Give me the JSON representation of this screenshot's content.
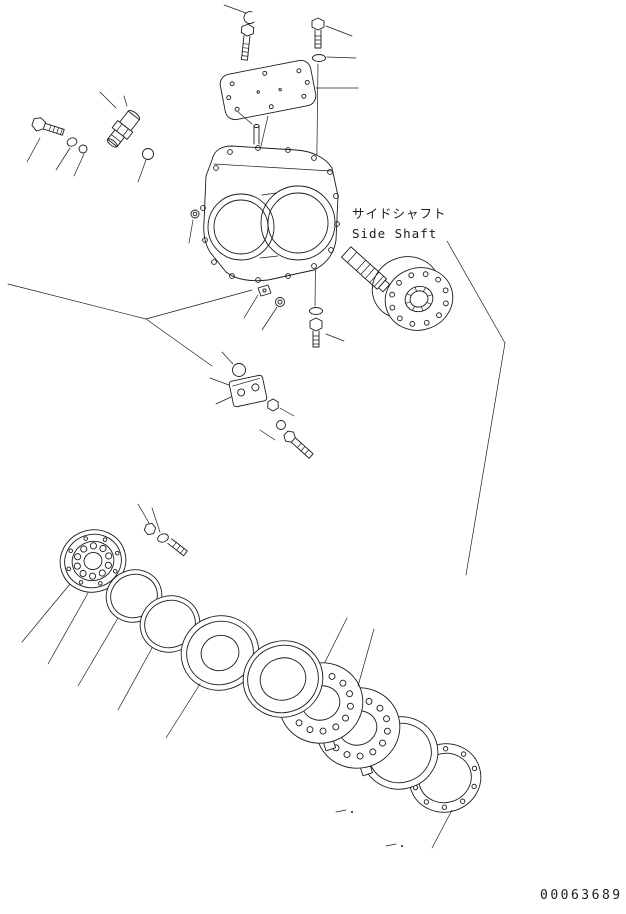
{
  "page": {
    "background": "#ffffff",
    "ink_color": "#1c1c1c"
  },
  "labels": {
    "side_shaft_jp": "サイドシャフト",
    "side_shaft_en": "Side Shaft",
    "part_number": "00063689"
  }
}
